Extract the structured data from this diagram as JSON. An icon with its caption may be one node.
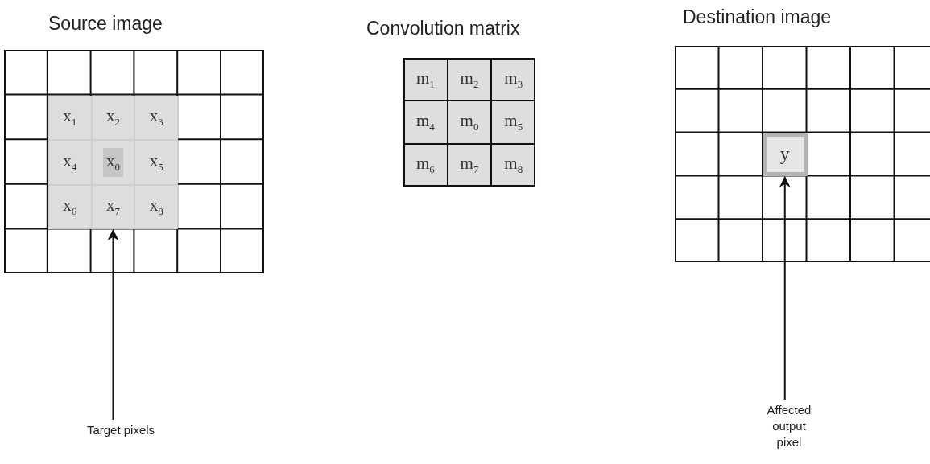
{
  "diagram": {
    "nodes": [
      {
        "text": [
          "Source image"
        ]
      },
      {
        "text": [],
        "shape": "box",
        "in": 0
      },
      {
        "text": [
          "Convolution matrix"
        ]
      },
      {
        "text": [
          "Destination image"
        ]
      },
      {
        "text": [
          "y"
        ],
        "in": 3
      },
      {
        "text": [
          "Target pixels"
        ]
      },
      {
        "text": [
          "Affected output pixel"
        ]
      }
    ],
    "edges": [
      {
        "from": 5,
        "to": 1,
        "arrow": "to"
      },
      {
        "from": 6,
        "to": 4,
        "arrow": "to"
      }
    ],
    "labels": [
      "x$_{1}$",
      "x$_{2}$",
      "x$_{3}$",
      "x$_{4}$",
      "x$_{0}$",
      "x$_{5}$",
      "x$_{6}$",
      "x$_{7}$",
      "x$_{8}$",
      "m$_{1}$",
      "m$_{2}$",
      "m$_{3}$",
      "m$_{4}$",
      "m$_{0}$",
      "m$_{5}$",
      "m$_{6}$",
      "m$_{7}$",
      "m$_{8}$"
    ]
  }
}
